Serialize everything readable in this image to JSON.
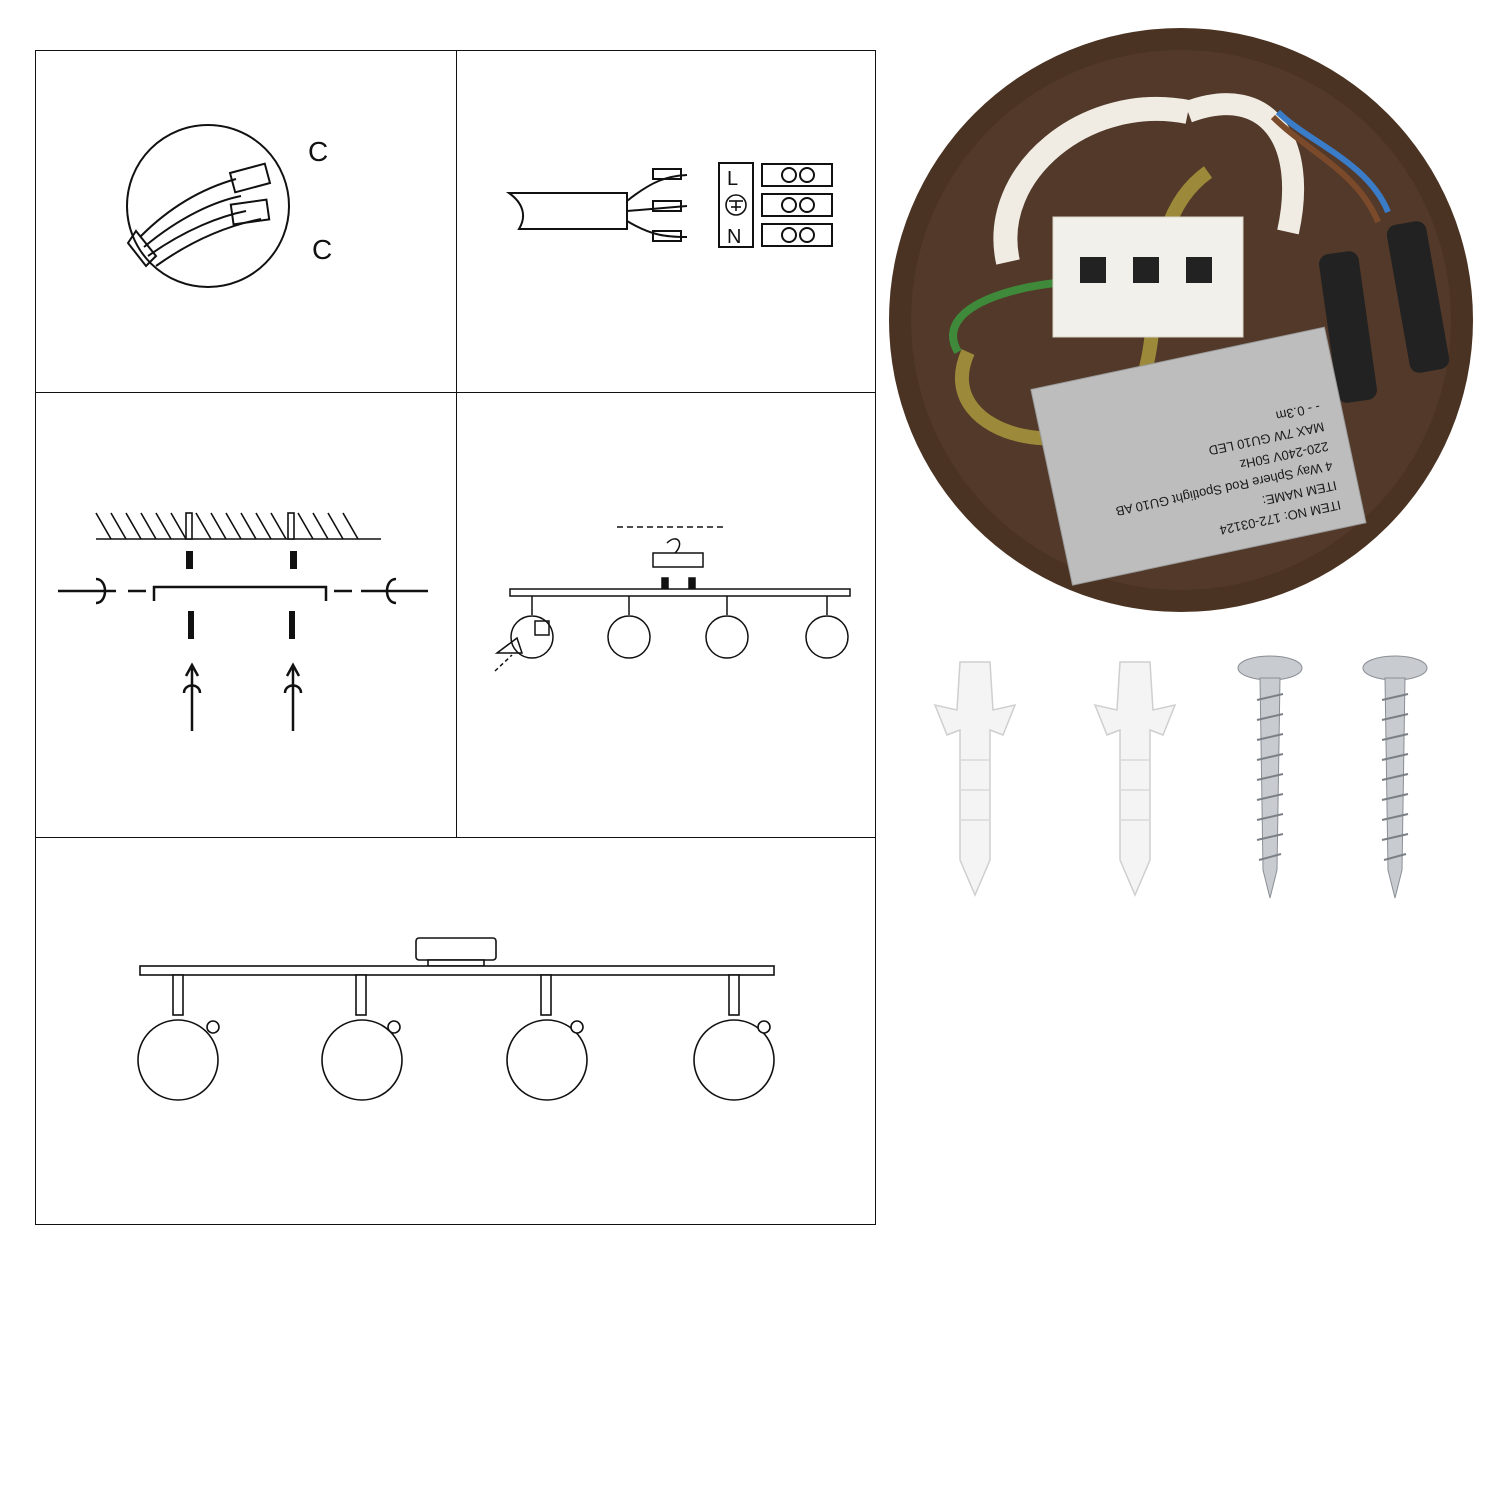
{
  "step1": {
    "callouts": [
      "C",
      "C"
    ]
  },
  "step2": {
    "terminal_letters": [
      "L",
      "N"
    ],
    "earth_symbol": "earth-icon"
  },
  "label_plate": {
    "lines": [
      "ITEM NO: 172-03124",
      "ITEM NAME:",
      "4 Way Sphere Rod Spotlight GU10 AB",
      "220-240V 50Hz",
      "MAX 7W GU10 LED",
      "- - 0.3m"
    ]
  },
  "hardware": {
    "items": [
      "wall-plug",
      "wall-plug",
      "screw",
      "screw"
    ]
  },
  "colors": {
    "line": "#111111",
    "base_bronze": "#4a3322",
    "label_grey": "#bdbdbd",
    "earth_wire": "#9c8a3a",
    "screw_steel": "#c8ccd0",
    "plug_white": "#f4f4f4"
  }
}
